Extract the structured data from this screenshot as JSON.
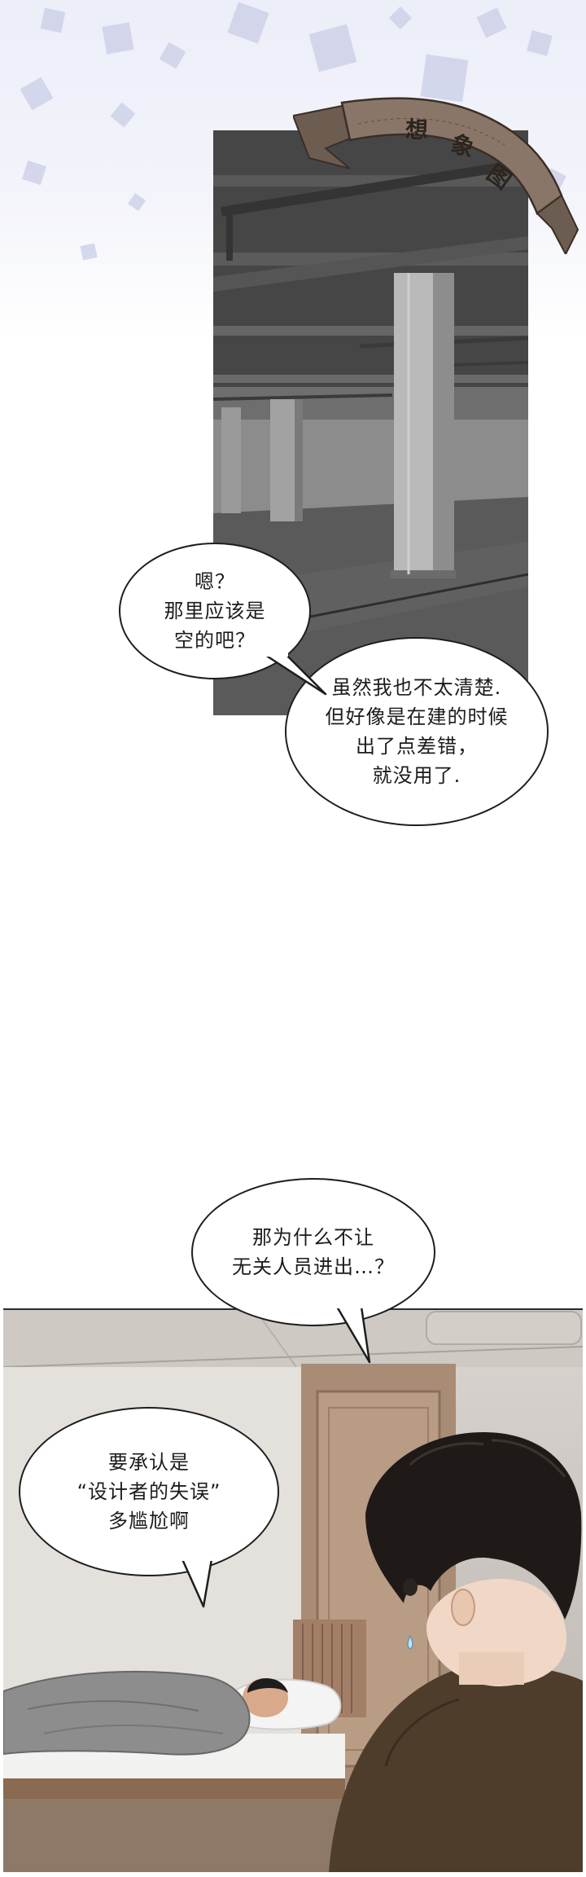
{
  "ribbon": {
    "chars": [
      "想",
      "象",
      "图"
    ]
  },
  "bubbles": {
    "b1": [
      "嗯？",
      "那里应该是",
      "空的吧？"
    ],
    "b2": [
      "虽然我也不太清楚.",
      "但好像是在建的时候",
      "出了点差错，",
      "就没用了."
    ],
    "b3": [
      "那为什么不让",
      "无关人员进出…？"
    ],
    "b4": [
      "要承认是",
      "“设计者的失误”",
      "多尴尬啊"
    ]
  },
  "colors": {
    "bubble_fill": "#ffffff",
    "bubble_outline": "#1e1e1e",
    "ribbon_fill": "#8a7668",
    "garage_dark": "#3f3f3f",
    "room_wall": "#d9d5d1"
  }
}
